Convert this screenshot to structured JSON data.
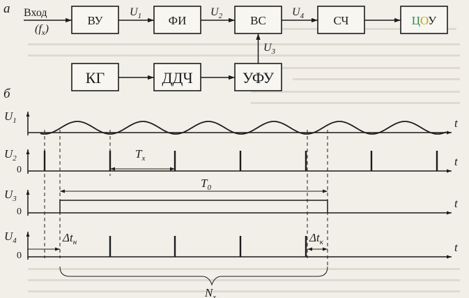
{
  "panel_labels": {
    "a": "а",
    "b": "б"
  },
  "input": {
    "label": "Вход",
    "signal": "(f",
    "signal_sub": "x",
    "signal_close": ")"
  },
  "blocks": {
    "vu": "ВУ",
    "fi": "ФИ",
    "vs": "ВС",
    "sch": "СЧ",
    "tsou": "ЦОУ",
    "kg": "КГ",
    "ddch": "ДДЧ",
    "ufu": "УФУ"
  },
  "signals": {
    "u1": {
      "base": "U",
      "sub": "1"
    },
    "u2": {
      "base": "U",
      "sub": "2"
    },
    "u3": {
      "base": "U",
      "sub": "3"
    },
    "u4": {
      "base": "U",
      "sub": "4"
    }
  },
  "timing": {
    "rows": [
      {
        "base": "U",
        "sub": "1",
        "zero": ""
      },
      {
        "base": "U",
        "sub": "2",
        "zero": "0"
      },
      {
        "base": "U",
        "sub": "3",
        "zero": "0"
      },
      {
        "base": "U",
        "sub": "4",
        "zero": "0"
      }
    ],
    "time_axis_label": "t",
    "tx": {
      "base": "T",
      "sub": "x"
    },
    "t0": {
      "base": "T",
      "sub": "0"
    },
    "dt_start": {
      "base": "Δt",
      "sub": "н"
    },
    "dt_end": {
      "base": "Δt",
      "sub": "к"
    },
    "nx": {
      "base": "N",
      "sub": "x"
    }
  },
  "colors": {
    "ink": "#1c1c1c",
    "paper": "#f1efe8",
    "tsou_letter_colors": [
      "#2e8b57",
      "#c9a200",
      "#1c1c1c"
    ]
  }
}
